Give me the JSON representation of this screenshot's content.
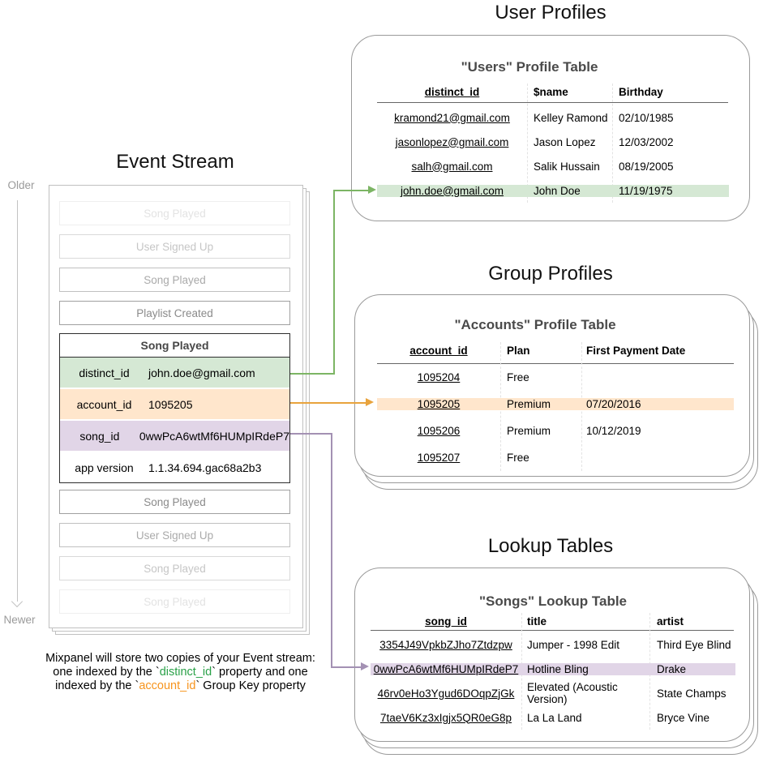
{
  "titles": {
    "event_stream": "Event Stream",
    "user_profiles": "User Profiles",
    "group_profiles": "Group Profiles",
    "lookup_tables": "Lookup Tables"
  },
  "timeline": {
    "older": "Older",
    "newer": "Newer"
  },
  "event_stream": {
    "events_before": [
      "Song Played",
      "User Signed Up",
      "Song Played",
      "Playlist Created"
    ],
    "focus_event": {
      "title": "Song Played",
      "rows": [
        {
          "name": "distinct_id",
          "value": "john.doe@gmail.com",
          "highlight": "green"
        },
        {
          "name": "account_id",
          "value": "1095205",
          "highlight": "orange"
        },
        {
          "name": "song_id",
          "value": "0wwPcA6wtMf6HUMpIRdeP7",
          "highlight": "purple"
        },
        {
          "name": "app version",
          "value": "1.1.34.694.gac68a2b3",
          "highlight": "none"
        }
      ]
    },
    "events_after": [
      "Song Played",
      "User Signed Up",
      "Song Played",
      "Song Played"
    ]
  },
  "caption": {
    "line1": "Mixpanel will store two copies of your Event stream:",
    "line2_pre": "one indexed by the `",
    "line2_key": "distinct_id",
    "line2_post": "` property and one",
    "line3_pre": "indexed by the `",
    "line3_key": "account_id",
    "line3_post": "` Group Key property"
  },
  "cards": {
    "users": {
      "subtitle": "\"Users\" Profile Table",
      "headers": [
        "distinct_id",
        "$name",
        "Birthday"
      ],
      "rows": [
        [
          "kramond21@gmail.com",
          "Kelley Ramond",
          "02/10/1985"
        ],
        [
          "jasonlopez@gmail.com",
          "Jason Lopez",
          "12/03/2002"
        ],
        [
          "salh@gmail.com",
          "Salik Hussain",
          "08/19/2005"
        ],
        [
          "john.doe@gmail.com",
          "John Doe",
          "11/19/1975"
        ]
      ],
      "highlight_row_index": 3
    },
    "accounts": {
      "subtitle": "\"Accounts\" Profile Table",
      "headers": [
        "account_id",
        "Plan",
        "First Payment Date"
      ],
      "rows": [
        [
          "1095204",
          "Free",
          ""
        ],
        [
          "1095205",
          "Premium",
          "07/20/2016"
        ],
        [
          "1095206",
          "Premium",
          "10/12/2019"
        ],
        [
          "1095207",
          "Free",
          ""
        ]
      ],
      "highlight_row_index": 1
    },
    "songs": {
      "subtitle": "\"Songs\" Lookup Table",
      "headers": [
        "song_id",
        "title",
        "artist"
      ],
      "rows": [
        [
          "3354J49VpkbZJho7Ztdzpw",
          "Jumper - 1998 Edit",
          "Third Eye Blind"
        ],
        [
          "0wwPcA6wtMf6HUMpIRdeP7",
          "Hotline Bling",
          "Drake"
        ],
        [
          "46rv0eHo3Ygud6DOqpZjGk",
          "Elevated (Acoustic Version)",
          "State Champs"
        ],
        [
          "7taeV6Kz3xIgjx5QR0eG8p",
          "La La Land",
          "Bryce Vine"
        ]
      ],
      "highlight_row_index": 1
    }
  },
  "colors": {
    "green_fill": "#d5e8d4",
    "green_stroke": "#7cb564",
    "orange_fill": "#ffe6cc",
    "orange_stroke": "#e8a33d",
    "purple_fill": "#e1d5e7",
    "purple_stroke": "#a391b3",
    "caption_green": "#2aa148",
    "caption_orange": "#f7941d",
    "card_border": "#9a9a9a",
    "faded_border": "#c0c0c0"
  }
}
